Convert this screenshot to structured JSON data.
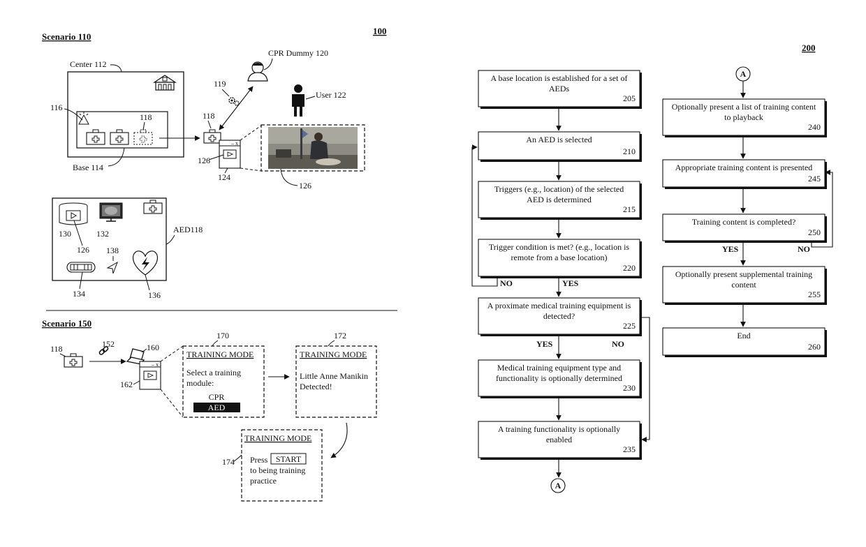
{
  "fig100": {
    "ref": "100",
    "scenario110": {
      "title": "Scenario 110",
      "center": "Center 112",
      "base": "Base 114",
      "ref116": "116",
      "ref118a": "118",
      "ref118b": "118",
      "ref119": "119",
      "cpr_dummy": "CPR Dummy 120",
      "user": "User 122",
      "ref126a": "126",
      "ref124": "124",
      "ref126b": "126",
      "aed118": "AED118",
      "ref130": "130",
      "ref126c": "126",
      "ref132": "132",
      "ref138": "138",
      "ref134": "134",
      "ref136": "136"
    },
    "scenario150": {
      "title": "Scenario 150",
      "ref118": "118",
      "ref152": "152",
      "ref160": "160",
      "ref162": "162",
      "ref170": "170",
      "ref172": "172",
      "ref174": "174",
      "box170": {
        "heading": "TRAINING MODE",
        "line1": "Select a training",
        "line2": "module:",
        "option_cpr": "CPR",
        "option_aed": "AED"
      },
      "box172": {
        "heading": "TRAINING MODE",
        "line1": "Little Anne Manikin",
        "line2": "Detected!"
      },
      "box174": {
        "heading": "TRAINING MODE",
        "press": "Press",
        "start": "START",
        "line2": "to being training",
        "line3": "practice"
      },
      "window_ctrl": "– x"
    }
  },
  "fig200": {
    "ref": "200",
    "left_steps": [
      {
        "id": "205",
        "line1": "A base location is established for a set of",
        "line2": "AEDs"
      },
      {
        "id": "210",
        "line1": "An AED is selected",
        "line2": ""
      },
      {
        "id": "215",
        "line1": "Triggers (e.g., location) of the selected",
        "line2": "AED is determined"
      },
      {
        "id": "220",
        "line1": "Trigger condition is met? (e.g., location is",
        "line2": "remote from a base location)"
      },
      {
        "id": "225",
        "line1": "A proximate medical training equipment is",
        "line2": "detected?"
      },
      {
        "id": "230",
        "line1": "Medical training equipment type and",
        "line2": "functionality is optionally determined"
      },
      {
        "id": "235",
        "line1": "A training functionality is optionally",
        "line2": "enabled"
      }
    ],
    "right_steps": [
      {
        "id": "240",
        "line1": "Optionally present a list of training content",
        "line2": "to playback"
      },
      {
        "id": "245",
        "line1": "Appropriate training content is presented",
        "line2": ""
      },
      {
        "id": "250",
        "line1": "Training content is completed?",
        "line2": ""
      },
      {
        "id": "255",
        "line1": "Optionally present supplemental training",
        "line2": "content"
      },
      {
        "id": "260",
        "line1": "End",
        "line2": ""
      }
    ],
    "connector": "A",
    "labels": {
      "no220": "NO",
      "yes220": "YES",
      "yes225": "YES",
      "no225": "NO",
      "yes250": "YES",
      "no250": "NO"
    }
  }
}
